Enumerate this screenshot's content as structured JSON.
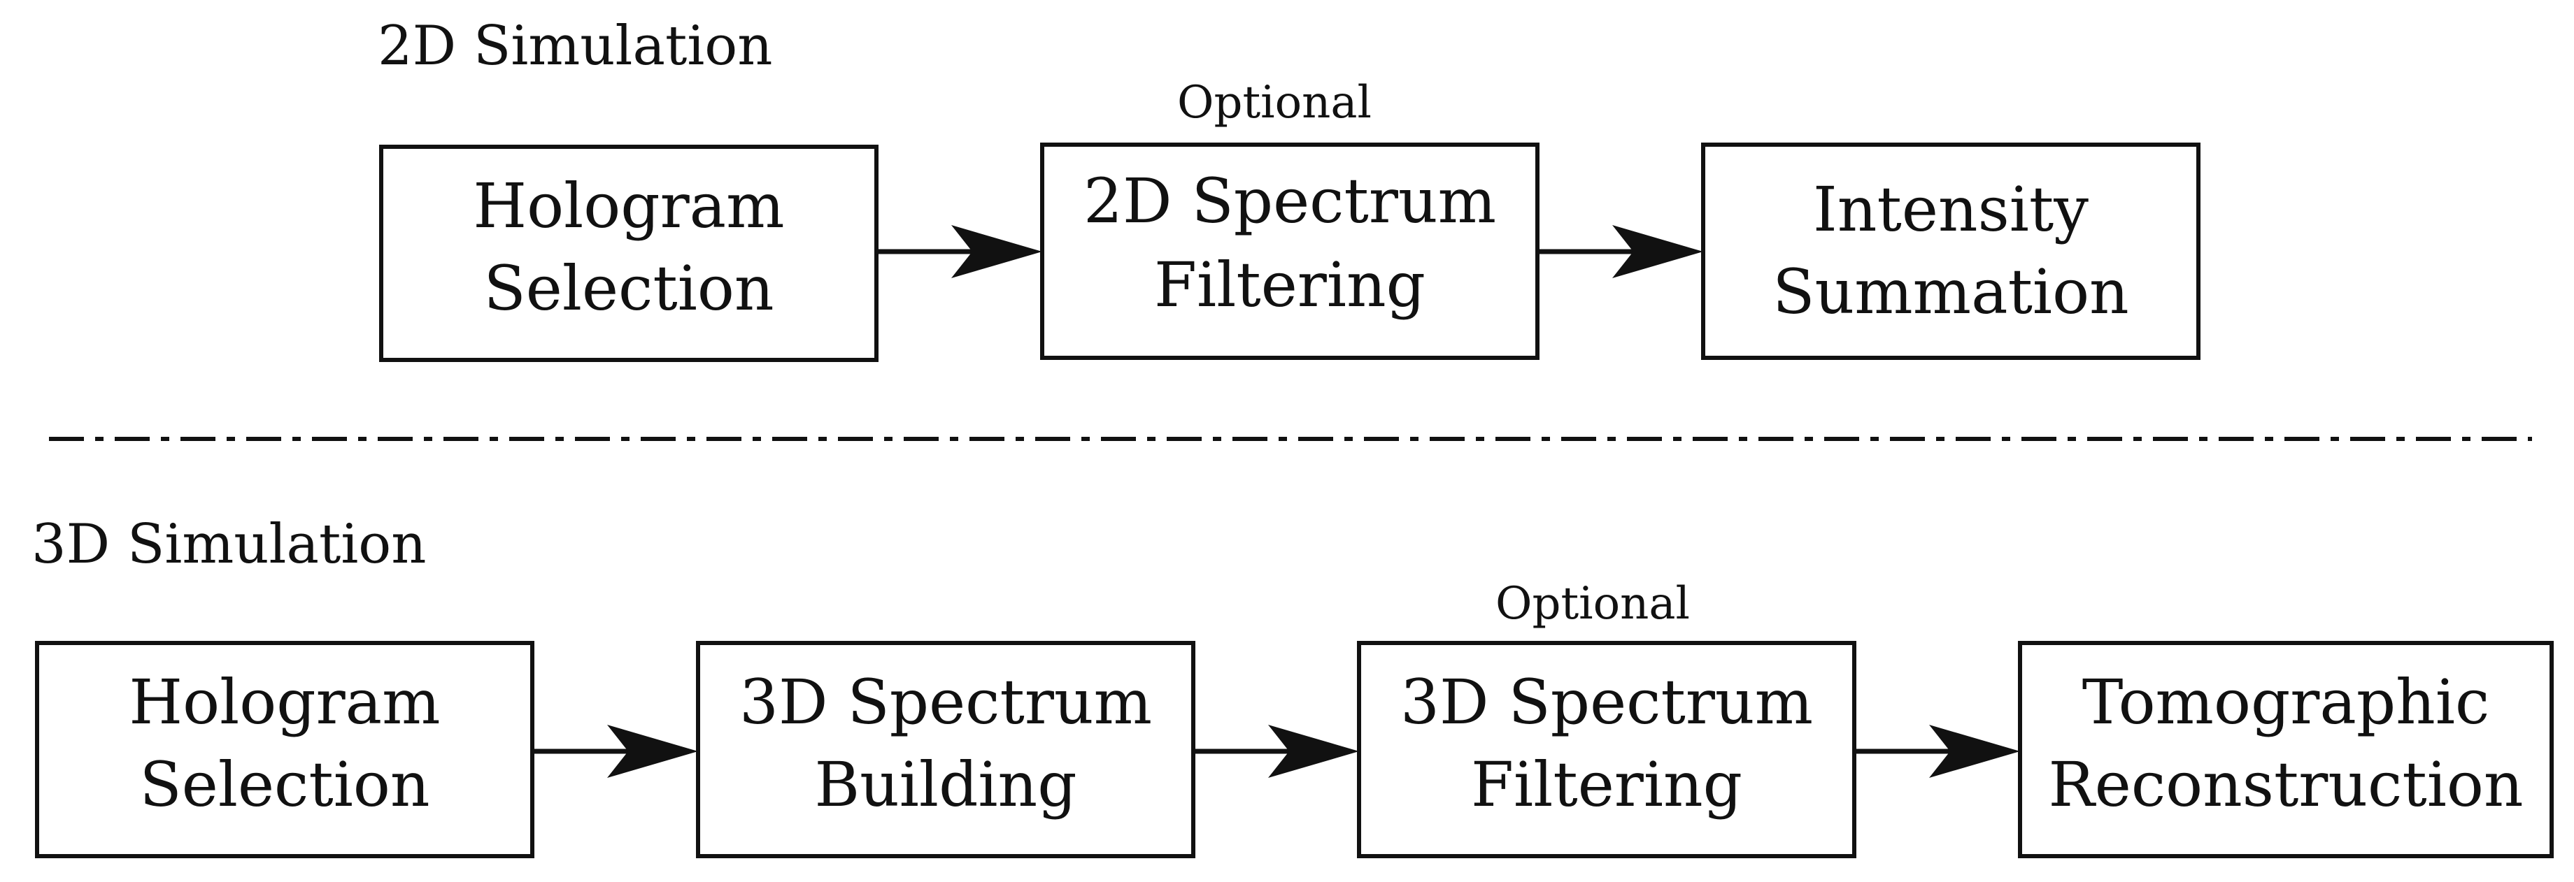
{
  "pipelines": {
    "sim2d": {
      "title": "2D Simulation",
      "optional_label": "Optional",
      "steps": [
        {
          "line1": "Hologram",
          "line2": "Selection"
        },
        {
          "line1": "2D Spectrum",
          "line2": "Filtering"
        },
        {
          "line1": "Intensity",
          "line2": "Summation"
        }
      ]
    },
    "sim3d": {
      "title": "3D Simulation",
      "optional_label": "Optional",
      "steps": [
        {
          "line1": "Hologram",
          "line2": "Selection"
        },
        {
          "line1": "3D Spectrum",
          "line2": "Building"
        },
        {
          "line1": "3D Spectrum",
          "line2": "Filtering"
        },
        {
          "line1": "Tomographic",
          "line2": "Reconstruction"
        }
      ]
    }
  }
}
